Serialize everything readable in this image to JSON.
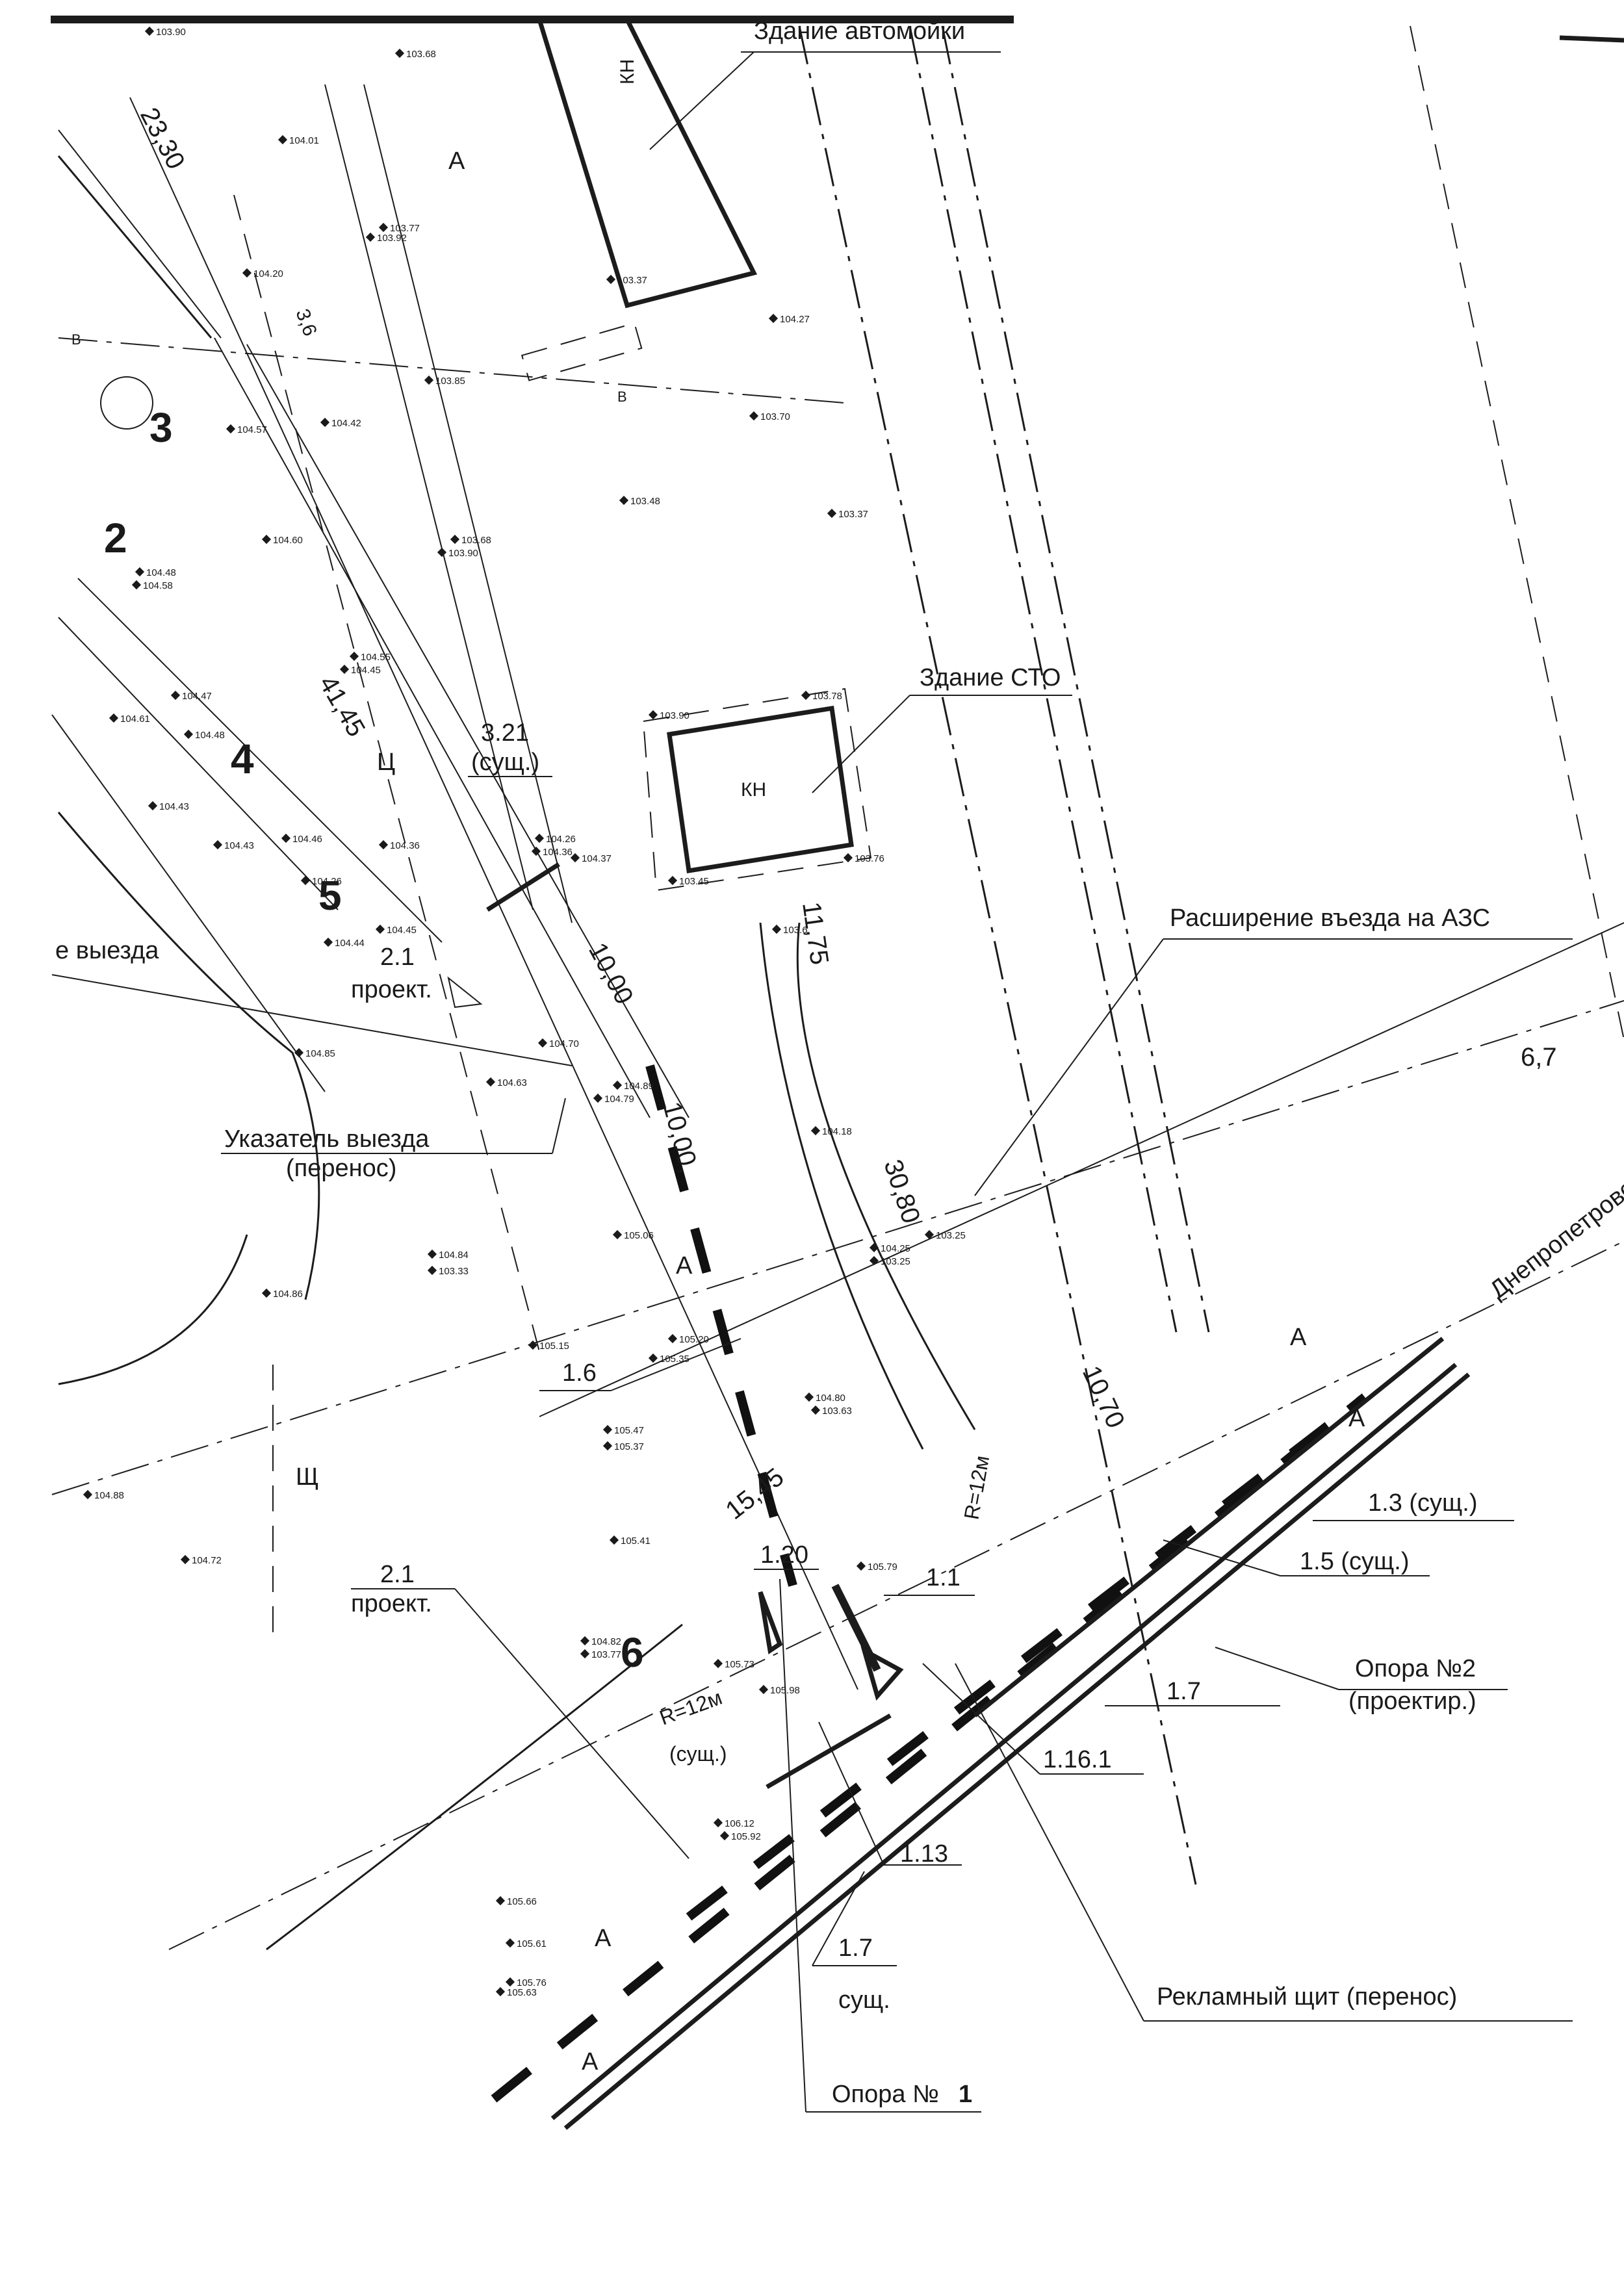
{
  "labels": {
    "building_auto": "Здание автомойки",
    "building_sto": "Здание СТО",
    "kn": "КН",
    "azs_entry": "Расширение въезда на АЗС",
    "exit_word": "е выезда",
    "exit_sign": "Указатель выезда",
    "exit_sign_note": "(перенос)",
    "proj_2_1a": "2.1",
    "proj_2_1a_note": "проект.",
    "proj_2_1b": "2.1",
    "proj_2_1b_note": "проект.",
    "exist_3_21": "3.21",
    "exist_3_21_note": "(сущ.)",
    "line_1_6": "1.6",
    "line_1_20": "1.20",
    "line_1_1": "1.1",
    "line_1_3": "1.3 (сущ.)",
    "line_1_5": "1.5 (сущ.)",
    "line_1_7a": "1.7",
    "line_1_7b": "1.7",
    "line_1_7b_note": "сущ.",
    "line_1_13": "1.13",
    "line_1_16_1": "1.16.1",
    "support_2": "Опора №2",
    "support_2_note": "(проектир.)",
    "support_1_text": "Опора №",
    "support_1_num": "1",
    "billboard": "Рекламный щит (перенос)",
    "street": "Днепропетровски",
    "radius_a": "R=12м",
    "radius_a_note": "(сущ.)",
    "radius_b": "R=12м",
    "letter_a": "А",
    "letter_b": "В",
    "letter_c": "Ц",
    "letter_sh": "Щ"
  },
  "dimensions": {
    "d_23_30": "23,30",
    "d_41_45": "41,45",
    "d_10_00a": "10,00",
    "d_10_00b": "10,00,",
    "d_11_75": "11,75",
    "d_30_80": "30,80",
    "d_15_45": "15,45",
    "d_10_70": "10,70",
    "d_6_7": "6,7",
    "d_3_6": "3,6"
  },
  "markers": [
    "2",
    "3",
    "4",
    "5",
    "6"
  ],
  "elevations": {
    "e01": "103.68",
    "e02": "103.90",
    "e03": "104.01",
    "e04": "103.77",
    "e05": "103.92",
    "e06": "104.20",
    "e07": "103.85",
    "e08": "104.42",
    "e09": "104.57",
    "e10": "103.70",
    "e11": "103.48",
    "e12": "103.37",
    "e13": "104.48",
    "e14": "104.58",
    "e15": "104.60",
    "e16": "103.68",
    "e17": "103.90",
    "e18": "104.55",
    "e19": "104.45",
    "e20": "104.47",
    "e21": "104.61",
    "e22": "104.48",
    "e23": "104.43",
    "e24": "104.43",
    "e25": "104.46",
    "e26": "104.36",
    "e27": "104.26",
    "e28": "104.26",
    "e29": "104.36",
    "e30": "103.90",
    "e31": "103.78",
    "e32": "103.45",
    "e33": "103.76",
    "e34": "103.6",
    "e35": "104.45",
    "e36": "104.44",
    "e37": "104.85",
    "e38": "104.63",
    "e39": "104.70",
    "e40": "104.79",
    "e41": "104.89",
    "e42": "104.18",
    "e43": "104.84",
    "e44": "103.33",
    "e45": "105.06",
    "e46": "104.86",
    "e47": "105.15",
    "e48": "105.35",
    "e49": "105.20",
    "e50": "104.25",
    "e51": "103.25",
    "e52": "104.80",
    "e53": "103.63",
    "e54": "105.47",
    "e55": "105.37",
    "e56": "104.88",
    "e57": "104.72",
    "e58": "105.41",
    "e59": "104.82",
    "e60": "103.77",
    "e61": "105.73",
    "e62": "105.79",
    "e63": "105.98",
    "e64": "106.12",
    "e65": "105.92",
    "e66": "105.66",
    "e67": "105.61",
    "e68": "105.76",
    "e69": "105.63",
    "e70": "103.25",
    "e71": "104.37",
    "e72": "103.37",
    "e73": "104.27"
  }
}
